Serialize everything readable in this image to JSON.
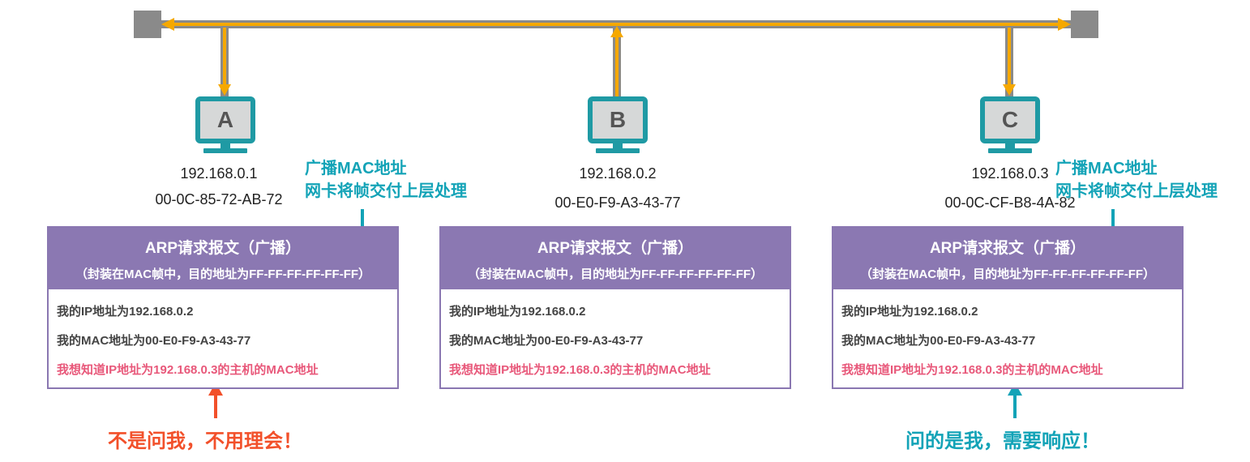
{
  "hosts": [
    {
      "letter": "A",
      "ip": "192.168.0.1",
      "mac": "00-0C-85-72-AB-72"
    },
    {
      "letter": "B",
      "ip": "192.168.0.2",
      "mac": "00-E0-F9-A3-43-77"
    },
    {
      "letter": "C",
      "ip": "192.168.0.3",
      "mac": "00-0C-CF-B8-4A-82"
    }
  ],
  "arp_packet": {
    "title": "ARP请求报文（广播）",
    "subtitle": "（封装在MAC帧中，目的地址为FF-FF-FF-FF-FF-FF）",
    "line_ip": "我的IP地址为192.168.0.2",
    "line_mac": "我的MAC地址为00-E0-F9-A3-43-77",
    "line_query": "我想知道IP地址为192.168.0.3的主机的MAC地址"
  },
  "callout": {
    "line1": "广播MAC地址",
    "line2": "网卡将帧交付上层处理"
  },
  "notes": {
    "ignore": "不是问我，不用理会！",
    "respond": "问的是我，需要响应！"
  },
  "colors": {
    "bus": "#8a8a8a",
    "signal": "#f5a800",
    "monitor": "#1f9aa4",
    "packet_header": "#8b78b2",
    "query_text": "#e8587a",
    "teal": "#13a3b7",
    "red": "#f2502a"
  }
}
